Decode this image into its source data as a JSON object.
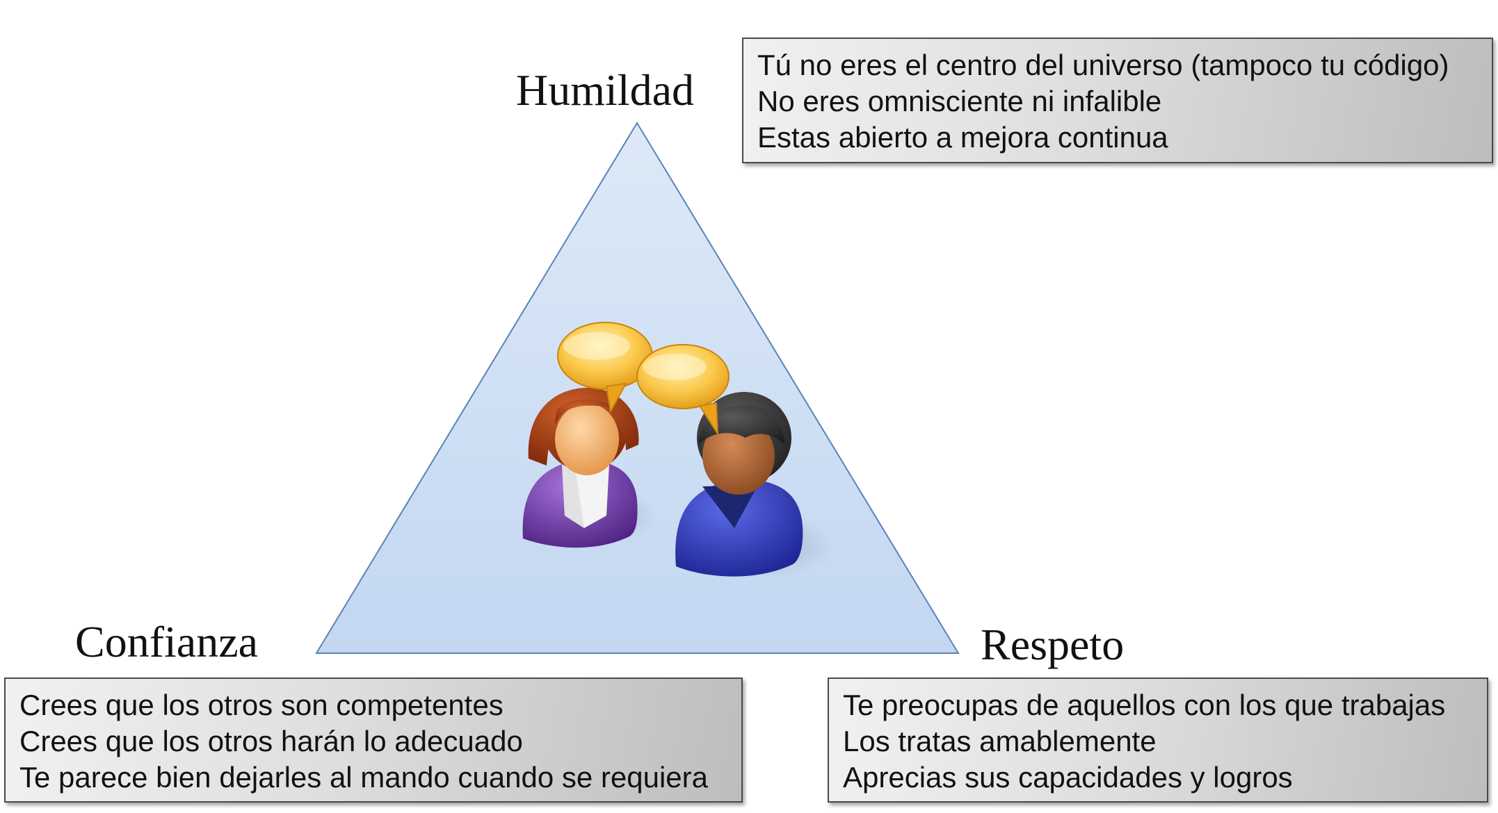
{
  "labels": {
    "top": "Humildad",
    "bottom_left": "Confianza",
    "bottom_right": "Respeto"
  },
  "boxes": {
    "humildad": [
      "Tú no eres el centro del universo (tampoco tu código)",
      "No eres omnisciente ni infalible",
      "Estas abierto a mejora continua"
    ],
    "confianza": [
      "Crees que los otros son competentes",
      "Crees que los otros harán lo adecuado",
      "Te parece bien dejarles al mando cuando se requiera"
    ],
    "respeto": [
      "Te preocupas de aquellos con los que trabajas",
      "Los tratas amablemente",
      "Aprecias sus capacidades y logros"
    ]
  },
  "icons": {
    "center": "two-people-talking-icon"
  },
  "colors": {
    "triangle_fill_top": "#dde9f7",
    "triangle_fill_bottom": "#c3d7f1",
    "triangle_stroke": "#5b82b8",
    "box_fill_light": "#f1f1f1",
    "box_fill_dark": "#bdbdbd",
    "bubble": "#f7b733",
    "woman_shirt": "#6a34a0",
    "man_shirt": "#2b37b8"
  }
}
